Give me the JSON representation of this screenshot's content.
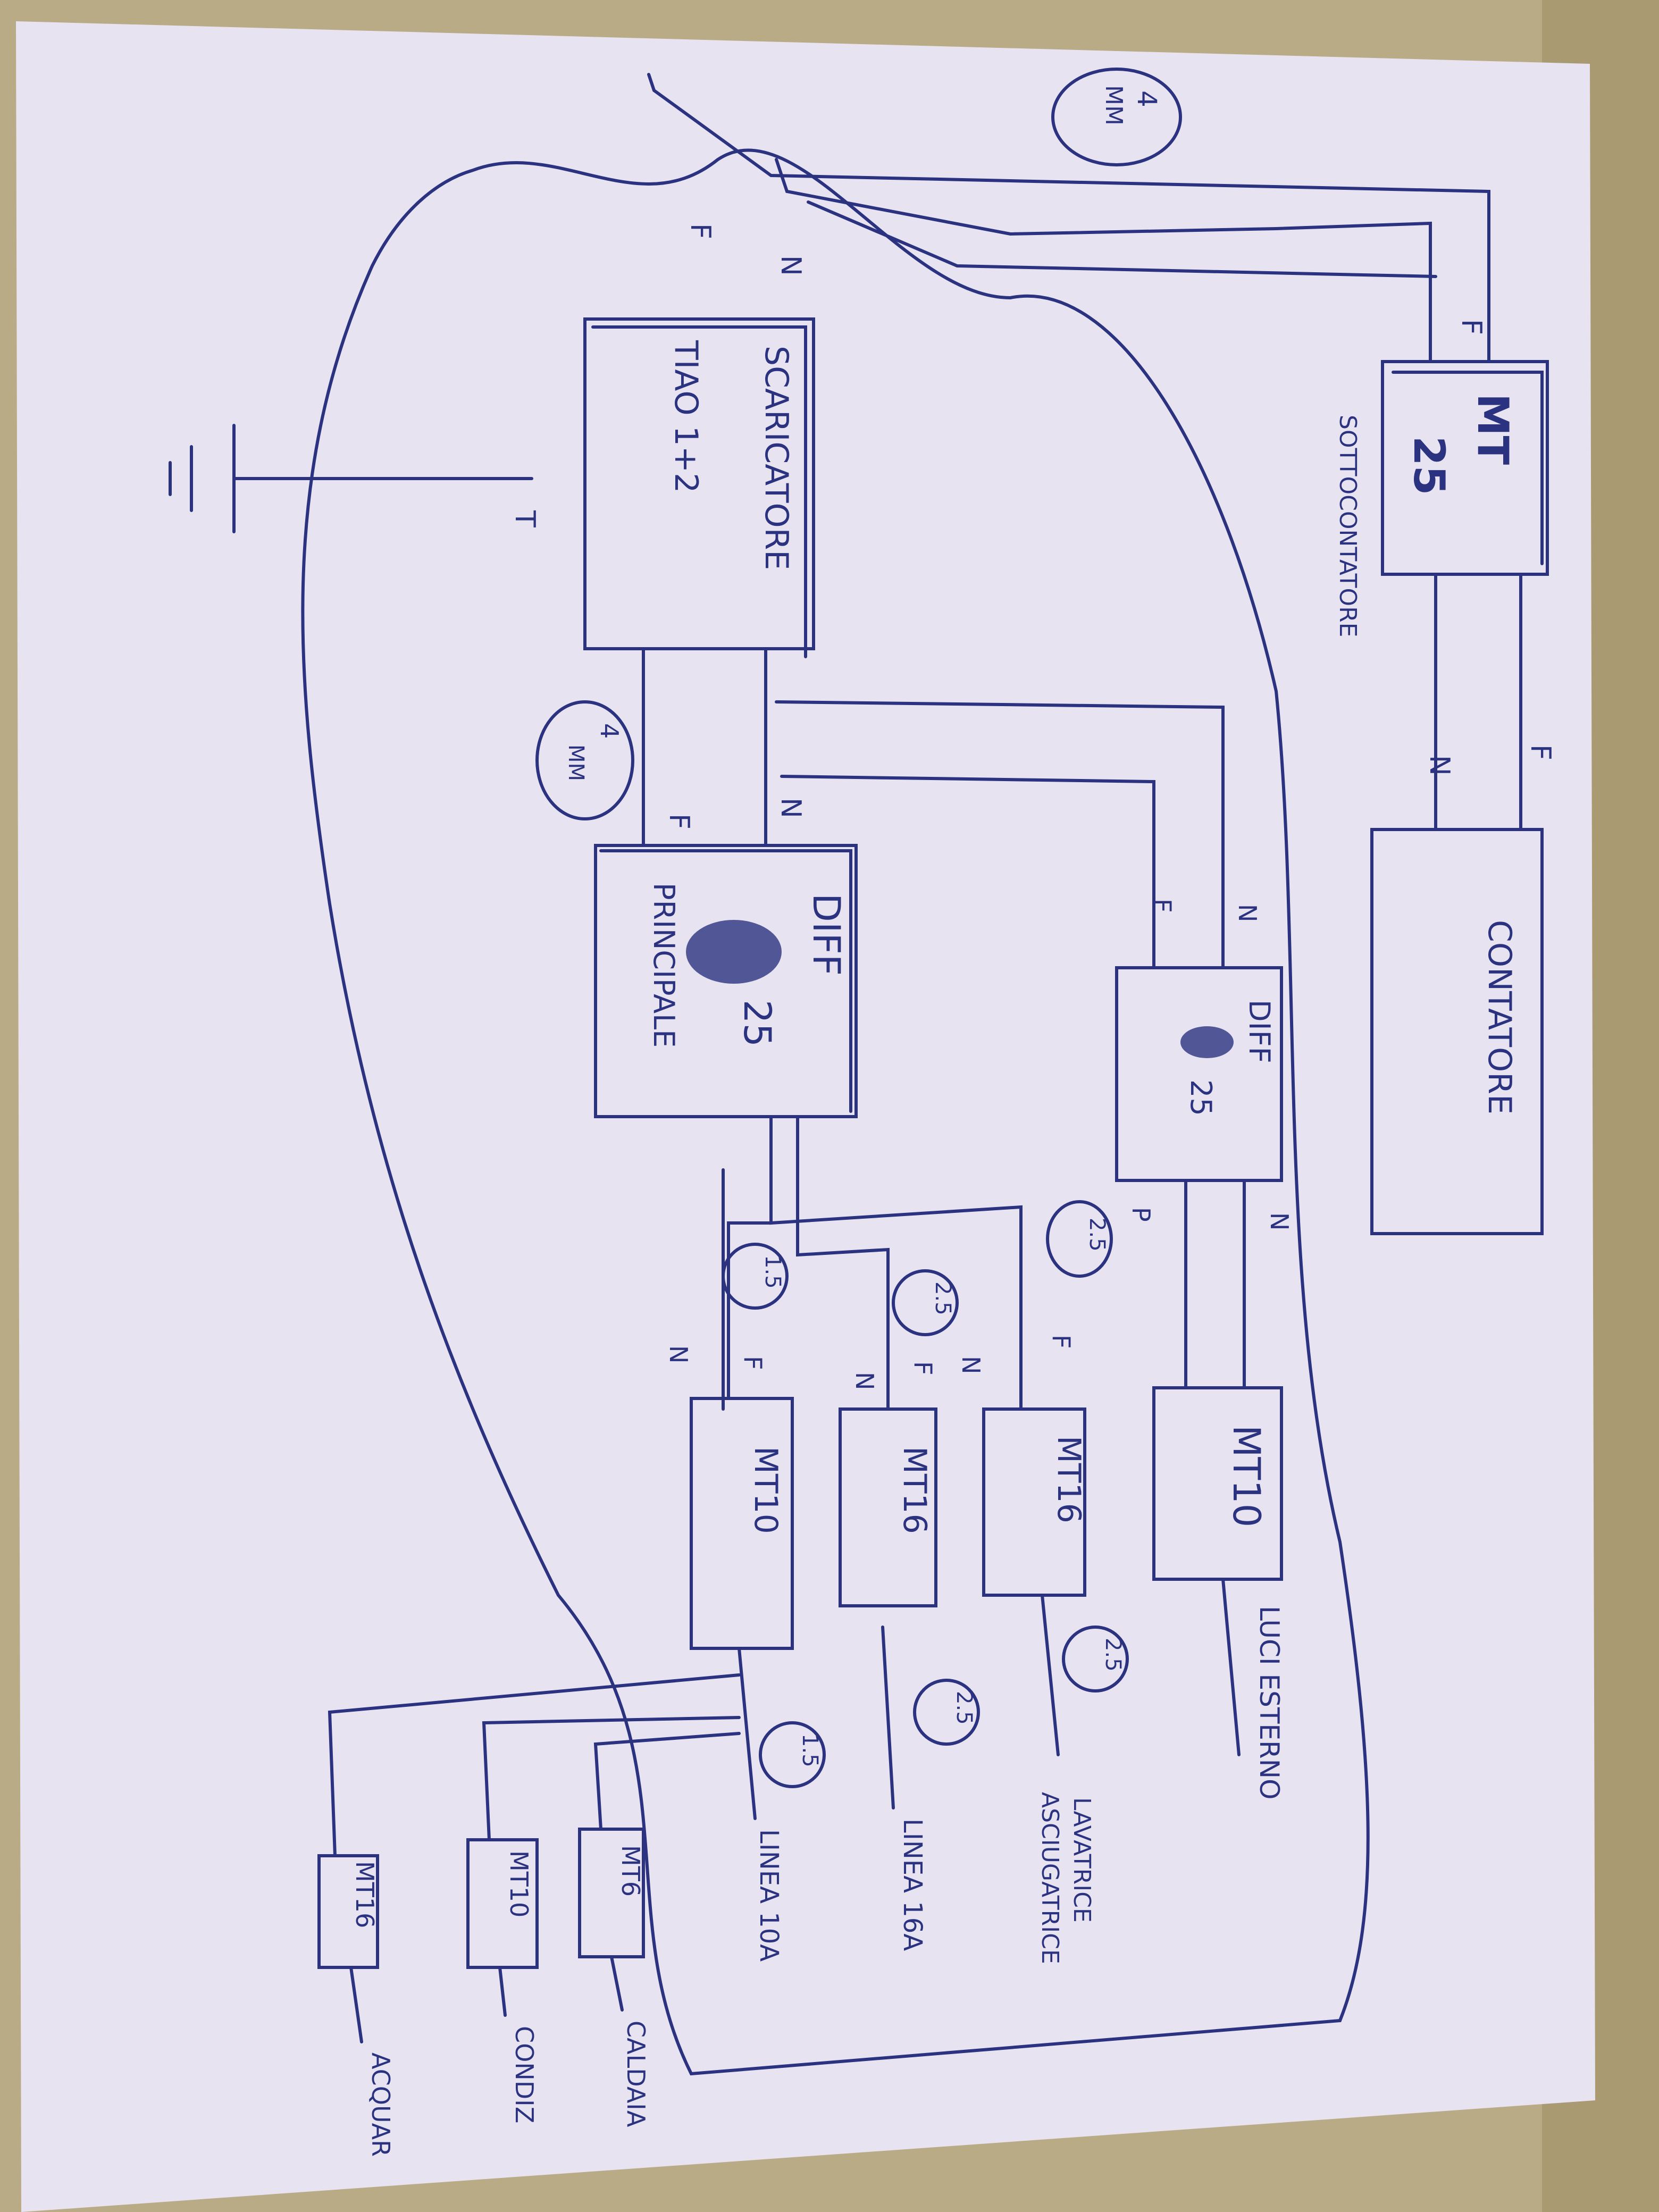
{
  "colors": {
    "ink": "#2b3280",
    "paper": "#e7e3f1",
    "background": "#b9ab85"
  },
  "labels": {
    "contatore": "CONTATORE",
    "sottocontatore": "SOTTOCONTATORE",
    "mt25_top": "MT",
    "mt25_val": "25",
    "scaricatore": "SCARICATORE",
    "tiao": "TIAO 1+2",
    "diff_main": "DIFF",
    "diff_main_val": "25",
    "principale": "PRINCIPALE",
    "diff_second": "DIFF",
    "diff_second_val": "25",
    "mt10_a": "MT10",
    "mt16_a": "MT16",
    "mt16_b": "MT16",
    "mt10_b": "MT10",
    "mt6": "MT6",
    "mt10_c": "MT10",
    "mt16_c": "MT16",
    "luci_esterno": "LUCI ESTERNO",
    "lavatrice": "LAVATRICE",
    "asciugatrice": "ASCIUGATRICE",
    "linea16a": "LINEA 16A",
    "linea10a": "LINEA 10A",
    "caldaia": "CALDAIA",
    "condiz": "CONDIZ",
    "acquar": "ACQUAR",
    "sez_4mm_a": "4",
    "sez_4mm_b": "MM",
    "sez_4mm2_a": "4",
    "sez_4mm2_b": "MM",
    "c25_a": "2.5",
    "c25_b": "2.5",
    "c25_c": "2.5",
    "c25_d": "2.5",
    "c15_a": "1.5",
    "c15_b": "1.5",
    "f": "F",
    "n": "N",
    "p": "P",
    "t": "T"
  }
}
